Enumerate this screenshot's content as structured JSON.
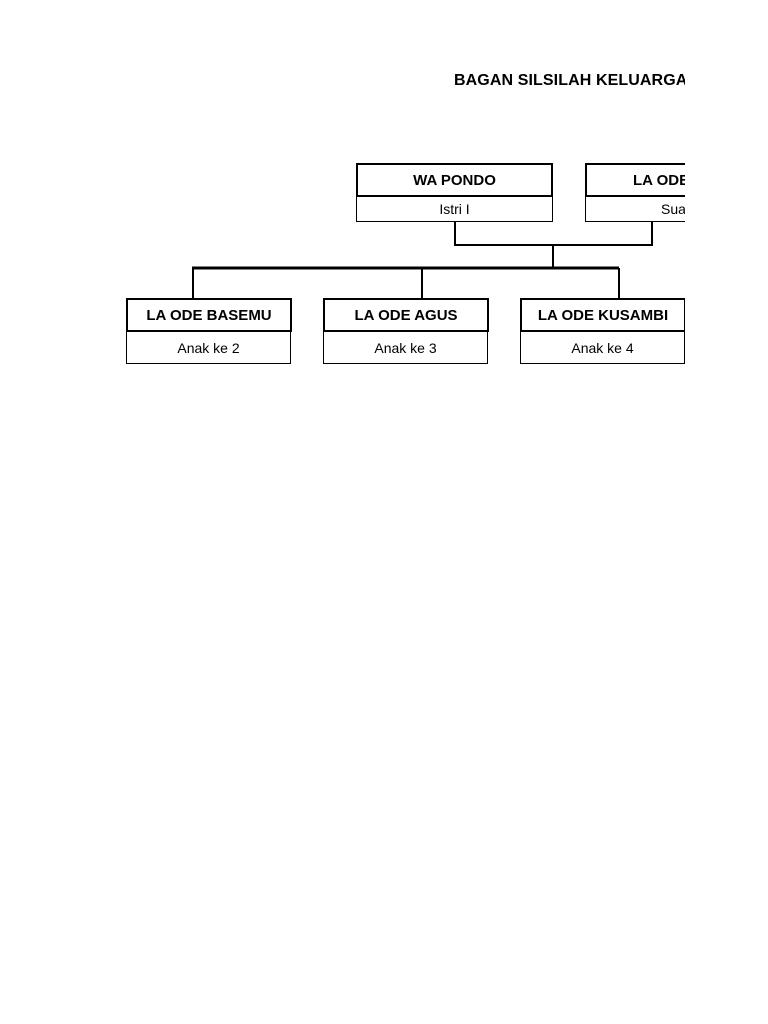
{
  "title": "BAGAN SILSILAH KELUARGA",
  "parents": [
    {
      "name": "WA PONDO",
      "role": "Istri I"
    },
    {
      "name": "LA ODE",
      "role": "Sua"
    }
  ],
  "children": [
    {
      "name": "LA ODE BASEMU",
      "role": "Anak ke 2"
    },
    {
      "name": "LA ODE AGUS",
      "role": "Anak ke 3"
    },
    {
      "name": "LA ODE KUSAMBI",
      "role": "Anak ke 4"
    }
  ]
}
